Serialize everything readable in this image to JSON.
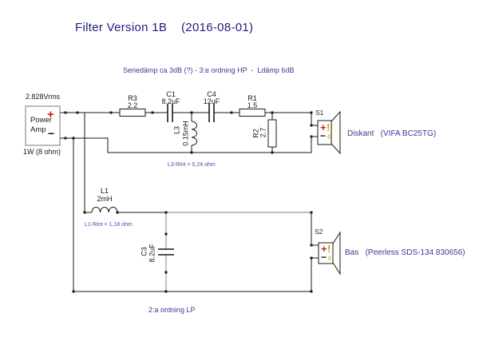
{
  "title": "Filter Version 1B    (2016-08-01)",
  "subtitle": "Seriedämp ca 3dB (?) - 3:e ordning HP  -  Ldämp 6dB",
  "footer": "2:a ordning LP",
  "colors": {
    "title_navy": "#1c1c80",
    "annotation_blue": "#3a3a94",
    "wire_black": "#1a1a1a",
    "wire_gray": "#a8a8a8",
    "plus_red": "#c42222",
    "warn_yellow": "#c8a400"
  },
  "amp": {
    "voltage": "2.828Vrms",
    "name_line1": "Power",
    "name_line2": "Amp",
    "power_note": "1W (8 ohm)",
    "plus": "+",
    "minus": "−"
  },
  "components": {
    "r3": {
      "name": "R3",
      "value": "2.2"
    },
    "c1": {
      "name": "C1",
      "value": "8.2uF"
    },
    "c4": {
      "name": "C4",
      "value": "12uF"
    },
    "r1": {
      "name": "R1",
      "value": "1.5"
    },
    "l3": {
      "name": "L3",
      "value": "0.15mH",
      "note": "L3-Rint = 0,24 ohm"
    },
    "r2": {
      "name": "R2",
      "value": "2.7"
    },
    "l1": {
      "name": "L1",
      "value": "2mH",
      "note": "L1-Rint = 1,18 ohm"
    },
    "c3": {
      "name": "C3",
      "value": "8.2uF"
    }
  },
  "speakers": {
    "s1": {
      "label": "S1",
      "caption": "Diskant   (VIFA BC25TG)",
      "plus": "+",
      "minus": "−",
      "warn": "!",
      "diamond": "◊"
    },
    "s2": {
      "label": "S2",
      "caption": "Bas   (Peerless SDS-134 830656)",
      "plus": "+",
      "minus": "−",
      "warn": "!",
      "diamond": "◊"
    }
  }
}
